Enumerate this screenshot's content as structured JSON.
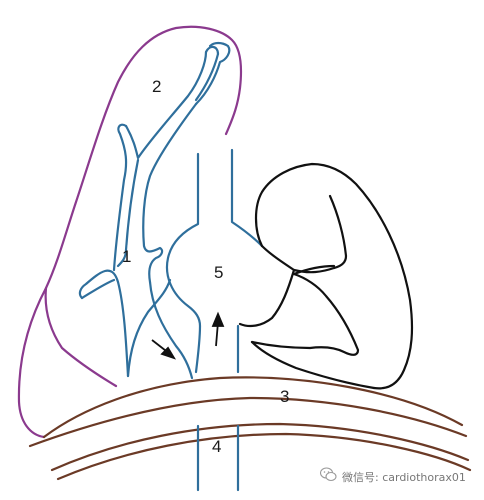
{
  "labels": {
    "label_1": "1",
    "label_2": "2",
    "label_3": "3",
    "label_4": "4",
    "label_5": "5"
  },
  "watermark": {
    "text": "微信号: cardiothorax01",
    "icon": "wechat-icon"
  },
  "colors": {
    "vessel": "#2f6f9c",
    "pericardium": "#8b3a8e",
    "diaphragm": "#6b3a26",
    "heart": "#111111",
    "arrow": "#111111"
  }
}
